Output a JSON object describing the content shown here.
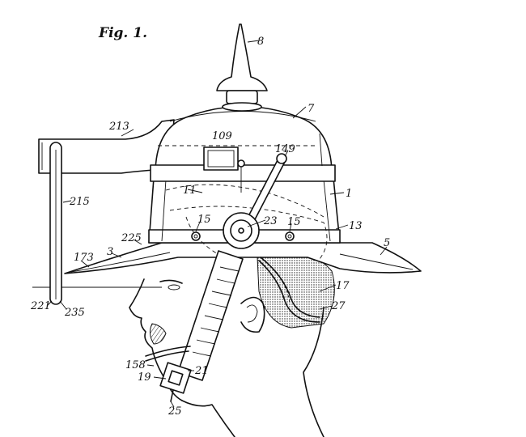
{
  "figure": {
    "title": "Fig. 1.",
    "labels": {
      "finial": "8",
      "crown": "7",
      "visor_arm": "213",
      "window": "109",
      "rod_top": "149",
      "body": "1",
      "rod": "215",
      "dotted_path": "11",
      "rivet_left": "15",
      "pivot": "23",
      "rivet_right": "15",
      "band": "13",
      "brim_right": "5",
      "brim_front": "173",
      "brim_left": "3",
      "brim_mark": "225",
      "neck_guard": "17",
      "rod_end": "221",
      "rod_base": "235",
      "strap_band": "27",
      "chin_cup": "158",
      "buckle": "19",
      "strap": "21",
      "buckle_pin": "25"
    }
  }
}
